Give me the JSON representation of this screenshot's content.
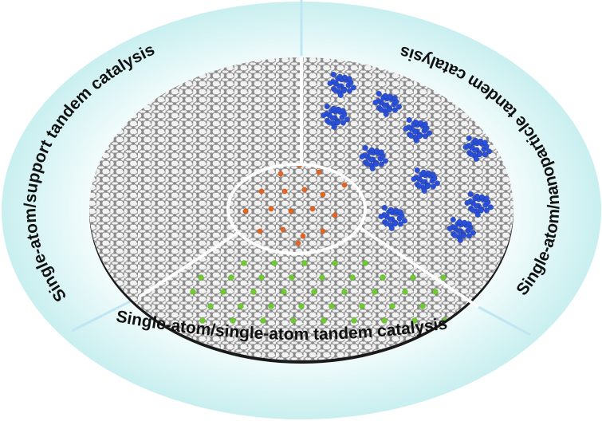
{
  "labels": {
    "left": "Single-atom/support tandem catalysis",
    "right": "Single-atom/nanoparticle tandem catalysis",
    "bottom": "Single-atom/single-atom tandem catalysis"
  },
  "colors": {
    "ring": "#d6f3f3",
    "carbon": "#8a8a8a",
    "single_atom_center": "#e8641c",
    "single_atom_bottom": "#6ccc2a",
    "nanoparticle": "#2a4fd8"
  }
}
